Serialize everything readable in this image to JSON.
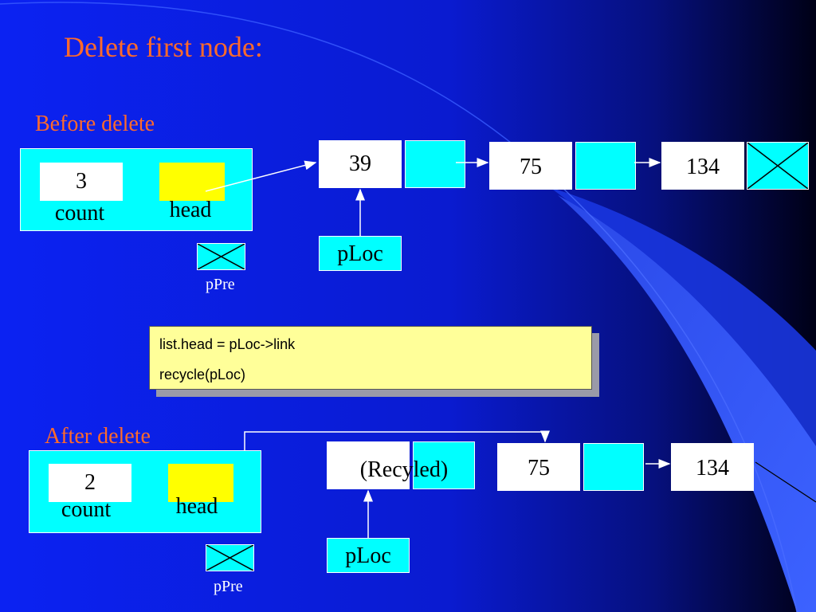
{
  "title": "Delete first node:",
  "before": {
    "label": "Before delete",
    "count_value": "3",
    "count_label": "count",
    "head_label": "head",
    "nodes": [
      "39",
      "75",
      "134"
    ],
    "ploc_label": "pLoc",
    "ppre_label": "pPre"
  },
  "code": {
    "line1": "list.head = pLoc->link",
    "line2": "recycle(pLoc)"
  },
  "after": {
    "label": "After delete",
    "count_value": "2",
    "count_label": "count",
    "head_label": "head",
    "nodes": [
      "(Recyled)",
      "75",
      "134"
    ],
    "ploc_label": "pLoc",
    "ppre_label": "pPre"
  },
  "colors": {
    "background_blue": "#0a1ee8",
    "title_orange": "#ff6a2a",
    "box_cyan": "#00ffff",
    "pointer_yellow": "#ffff00",
    "code_yellow": "#ffff99"
  }
}
